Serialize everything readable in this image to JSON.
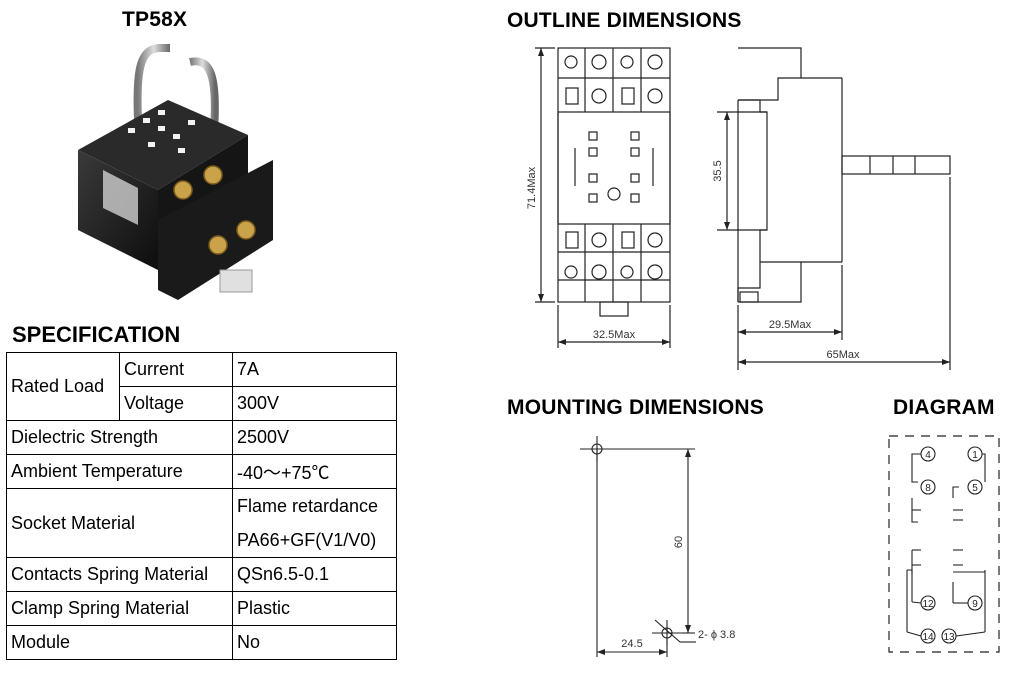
{
  "product": {
    "model": "TP58X"
  },
  "headings": {
    "specification": "SPECIFICATION",
    "outline": "OUTLINE DIMENSIONS",
    "mounting": "MOUNTING DIMENSIONS",
    "diagram": "DIAGRAM"
  },
  "specification": {
    "rated_load": {
      "label": "Rated Load",
      "current_label": "Current",
      "current_value": "7A",
      "voltage_label": "Voltage",
      "voltage_value": "300V"
    },
    "dielectric": {
      "label": "Dielectric Strength",
      "value": "2500V"
    },
    "ambient": {
      "label": "Ambient Temperature",
      "value": "-40～+75℃"
    },
    "socket": {
      "label": "Socket Material",
      "value_line1": "Flame retardance",
      "value_line2": "PA66+GF(V1/V0)"
    },
    "contacts": {
      "label": "Contacts Spring Material",
      "value": "QSn6.5-0.1"
    },
    "clamp": {
      "label": "Clamp Spring Material",
      "value": "Plastic"
    },
    "module": {
      "label": "Module",
      "value": "No"
    }
  },
  "outline": {
    "height_label": "71.4Max",
    "width_label": "32.5Max",
    "side_height": "35.5",
    "side_width": "29.5Max",
    "total_width": "65Max"
  },
  "mounting": {
    "vertical": "60",
    "horizontal": "24.5",
    "hole": "2- ϕ 3.8"
  },
  "diagram": {
    "pins": [
      "4",
      "1",
      "8",
      "5",
      "12",
      "9",
      "14",
      "13"
    ]
  }
}
